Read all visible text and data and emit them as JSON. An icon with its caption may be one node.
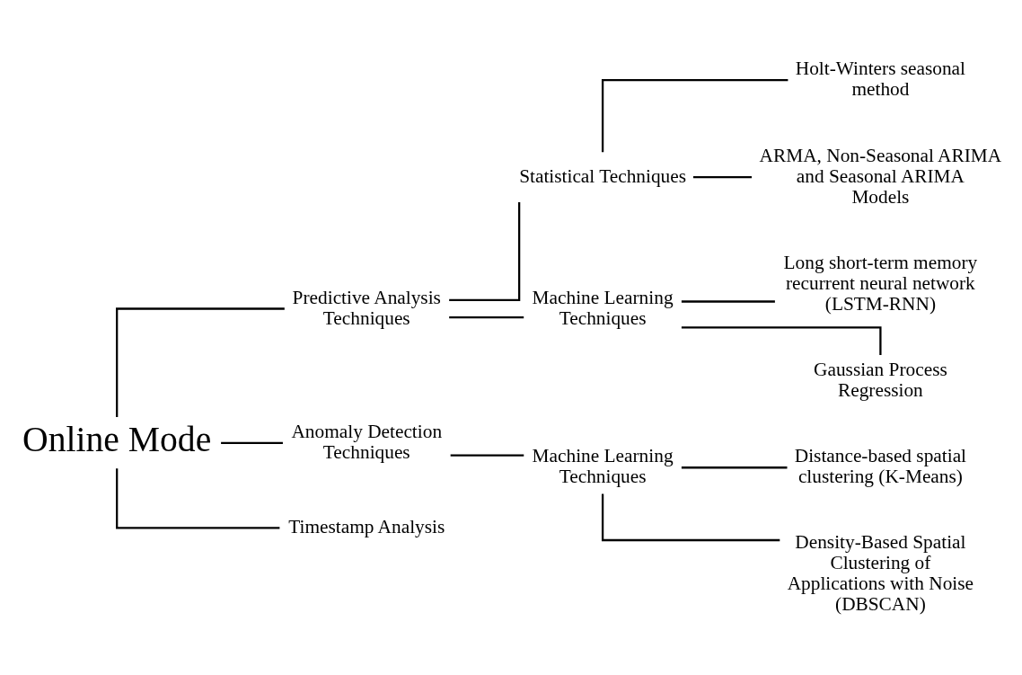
{
  "diagram": {
    "nodes": [
      {
        "text": [
          "Online Mode"
        ]
      },
      {
        "text": [
          "Predictive Analysis Techniques"
        ]
      },
      {
        "text": [
          "Statistical Techniques"
        ]
      },
      {
        "text": [
          "Holt-Winters seasonal method"
        ]
      },
      {
        "text": [
          "ARMA, Non-Seasonal ARIMA and Seasonal ARIMA Models"
        ]
      },
      {
        "text": [
          "Machine Learning Techniques"
        ]
      },
      {
        "text": [
          "Long short-term memory recurrent neural network (LSTM-RNN)"
        ]
      },
      {
        "text": [
          "Gaussian Process Regression"
        ]
      },
      {
        "text": [
          "Anomaly Detection Techniques"
        ]
      },
      {
        "text": [
          "Machine Learning Techniques"
        ]
      },
      {
        "text": [
          "Distance-based spatial clustering (K-Means)"
        ]
      },
      {
        "text": [
          "Density-Based Spatial Clustering of Applications with Noise (DBSCAN)"
        ]
      },
      {
        "text": [
          "Timestamp Analysis"
        ]
      }
    ],
    "edges": [
      {
        "from": 0,
        "to": 1,
        "arrow": "none"
      },
      {
        "from": 0,
        "to": 8,
        "arrow": "none"
      },
      {
        "from": 0,
        "to": 12,
        "arrow": "none"
      },
      {
        "from": 1,
        "to": 2,
        "arrow": "none"
      },
      {
        "from": 1,
        "to": 5,
        "arrow": "none"
      },
      {
        "from": 2,
        "to": 3,
        "arrow": "none"
      },
      {
        "from": 2,
        "to": 4,
        "arrow": "none"
      },
      {
        "from": 5,
        "to": 6,
        "arrow": "none"
      },
      {
        "from": 5,
        "to": 7,
        "arrow": "none"
      },
      {
        "from": 8,
        "to": 9,
        "arrow": "none"
      },
      {
        "from": 9,
        "to": 10,
        "arrow": "none"
      },
      {
        "from": 9,
        "to": 11,
        "arrow": "none"
      }
    ]
  }
}
